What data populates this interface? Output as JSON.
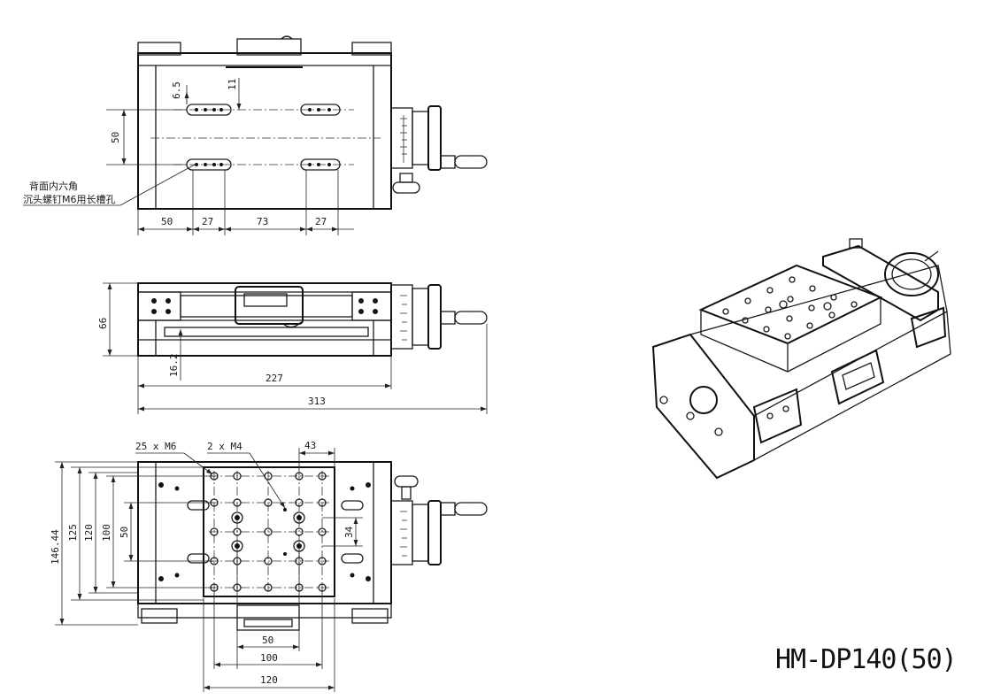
{
  "model_title": "HM-DP140(50)",
  "top_view": {
    "note_line1": "背面内六角",
    "note_line2": "沉头螺钉M6用长槽孔",
    "dims": {
      "slot_width": "6.5",
      "slot_offset": "11",
      "slot_pitch": "50",
      "d1": "50",
      "d2": "27",
      "d3": "73",
      "d4": "27"
    }
  },
  "side_view": {
    "dims": {
      "height": "66",
      "base_height": "16.2",
      "body_length": "227",
      "overall_length": "313"
    }
  },
  "bottom_view": {
    "hole_label_m6": "25 x M6",
    "hole_label_m4": "2 x M4",
    "dims": {
      "top_offset": "43",
      "h1": "146.44",
      "h2": "125",
      "h3": "120",
      "h4": "100",
      "h5": "50",
      "h6": "34",
      "w1": "50",
      "w2": "100",
      "w3": "120"
    }
  }
}
